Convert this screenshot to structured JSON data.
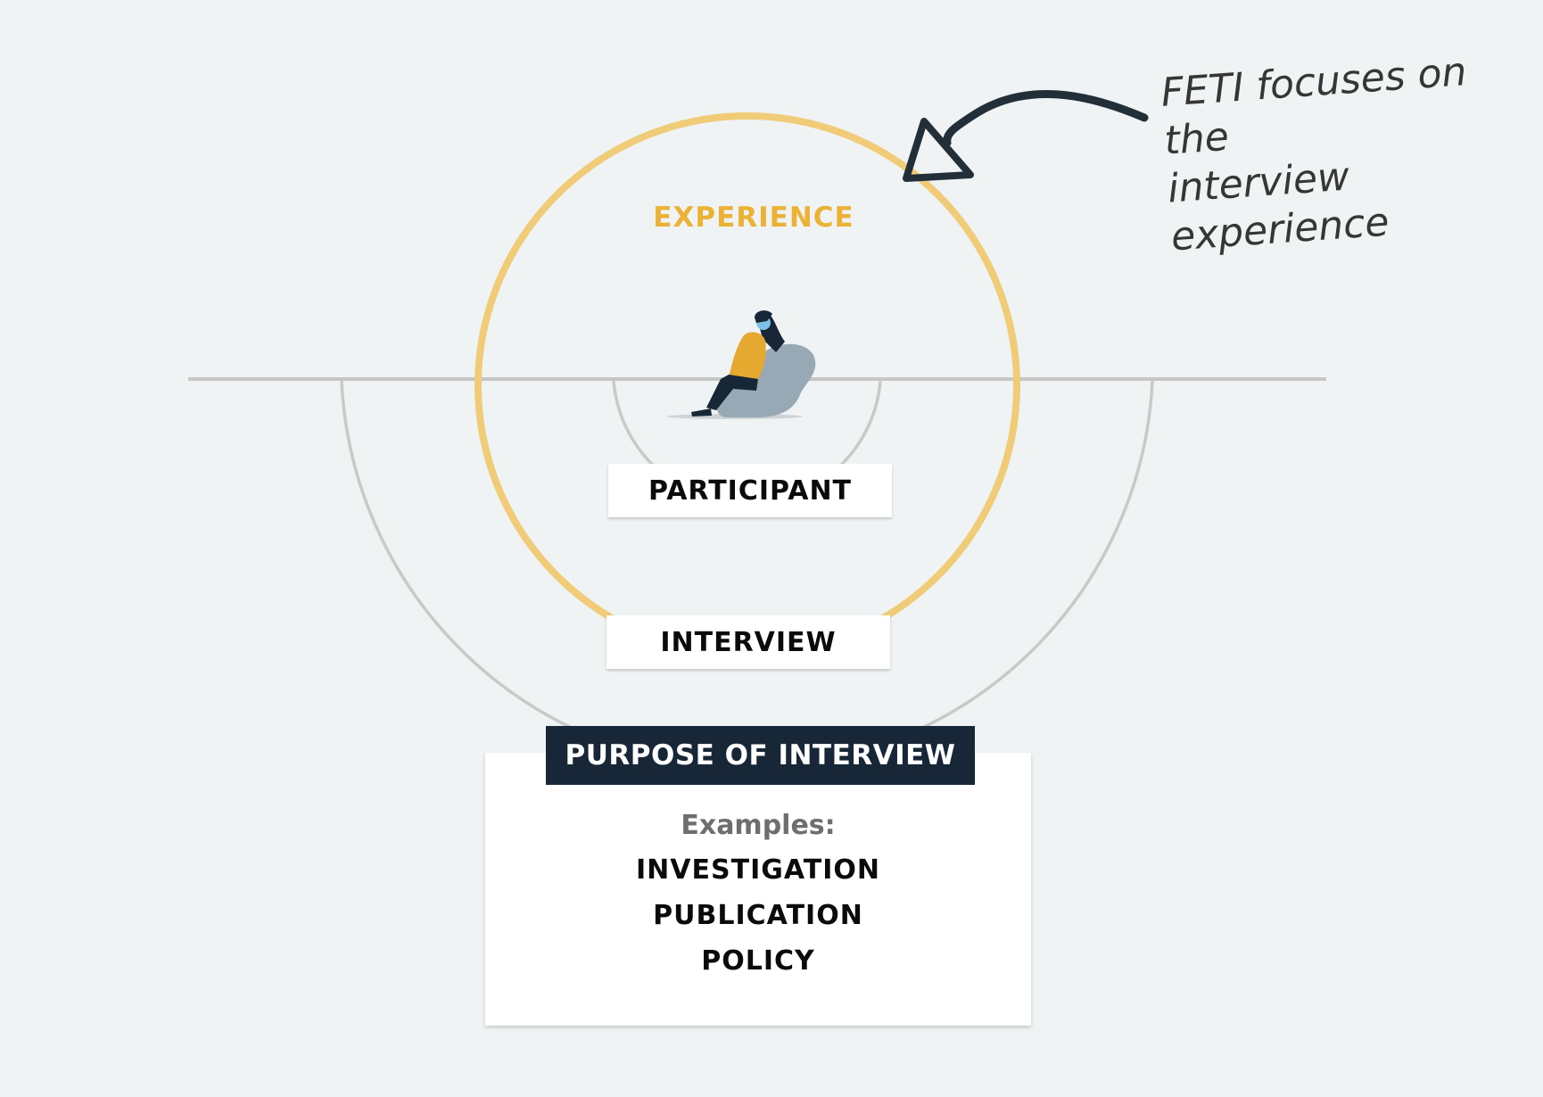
{
  "diagram": {
    "annotation": {
      "text_line1": "FETI focuses on the",
      "text_line2": "interview experience",
      "icon": "curved-arrow-icon"
    },
    "experience_label": "EXPERIENCE",
    "participant_label": "PARTICIPANT",
    "interview_label": "INTERVIEW",
    "purpose": {
      "header": "PURPOSE OF INTERVIEW",
      "examples_label": "Examples:",
      "examples": [
        "INVESTIGATION",
        "PUBLICATION",
        "POLICY"
      ]
    },
    "illustration": "person-sitting-in-beanbag-icon",
    "colors": {
      "background": "#eff3f4",
      "experience_ring": "#f1cc78",
      "experience_text": "#ecb236",
      "gray_lines": "#c6c6c6",
      "dark_navy": "#172737",
      "arrow": "#232f38"
    }
  }
}
